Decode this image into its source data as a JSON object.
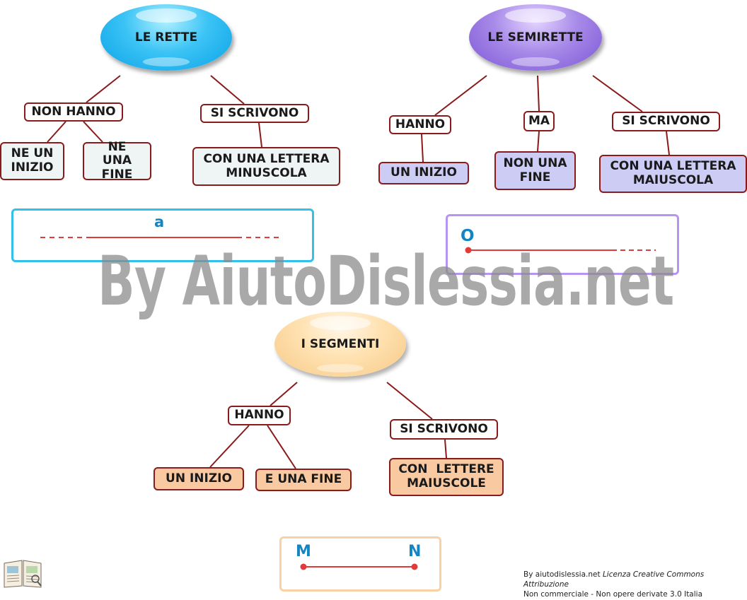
{
  "watermark": "By AiutoDislessia.net",
  "rette": {
    "title": "LE RETTE",
    "label_non_hanno": "NON HANNO",
    "label_si_scrivono": "SI SCRIVONO",
    "ne_un_inizio": "NE UN INIZIO",
    "ne_una_fine": "NE UNA FINE",
    "lettera_minuscola": "CON UNA LETTERA MINUSCOLA",
    "example_letter": "a"
  },
  "semirette": {
    "title": "LE SEMIRETTE",
    "label_hanno": "HANNO",
    "label_ma": "MA",
    "label_si_scrivono": "SI SCRIVONO",
    "un_inizio": "UN INIZIO",
    "non_una_fine": "NON UNA FINE",
    "lettera_maiuscola": "CON UNA LETTERA MAIUSCOLA",
    "example_letter": "O"
  },
  "segmenti": {
    "title": "I SEGMENTI",
    "label_hanno": "HANNO",
    "label_si_scrivono": "SI SCRIVONO",
    "un_inizio": "UN INIZIO",
    "e_una_fine": "E UNA FINE",
    "lettere_maiuscole": "CON  LETTERE MAIUSCOLE",
    "example_start": "M",
    "example_end": "N"
  },
  "credit": {
    "line1_prefix": "By aiutodislessia.net ",
    "line1_license": "Licenza Creative Commons Attribuzione",
    "line2": "Non commerciale - Non opere derivate 3.0 Italia"
  },
  "colors": {
    "connector": "#8b1a1a",
    "example_line": "#e03a3a",
    "point_label": "#1585c2",
    "rette_accent": "#33c0ea",
    "semirette_accent": "#b694f1",
    "segmenti_accent": "#f8d2a4"
  }
}
